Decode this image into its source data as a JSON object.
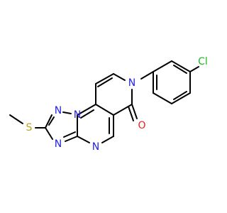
{
  "molecule": {
    "colors": {
      "bond": "#000000",
      "nitrogen": "#2323E6",
      "oxygen": "#E62323",
      "sulfur": "#B8A21F",
      "chlorine": "#1FB81F",
      "background": "#FFFFFF"
    },
    "atom_labels": {
      "chlorine": "Cl",
      "oxygen": "O",
      "sulfur": "S",
      "n_pyridinone": "N",
      "n_bridge": "N",
      "n_triazole_1": "N",
      "n_triazole_2": "N",
      "n_pyrimidine": "N"
    }
  }
}
